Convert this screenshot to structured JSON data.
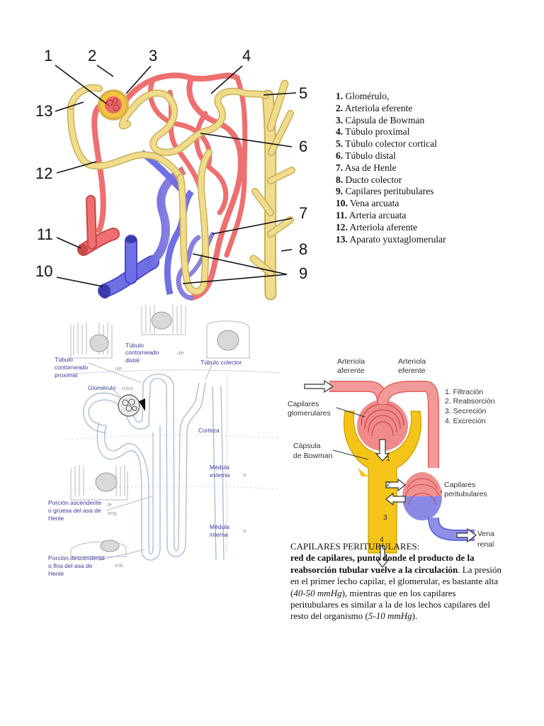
{
  "nephron": {
    "numbers": [
      "1",
      "2",
      "3",
      "4",
      "5",
      "6",
      "7",
      "8",
      "9",
      "10",
      "11",
      "12",
      "13"
    ],
    "legend": [
      {
        "n": "1.",
        "t": "Glomérulo,"
      },
      {
        "n": "2.",
        "t": "Arteriola eferente"
      },
      {
        "n": "3.",
        "t": "Cápsula de Bowman"
      },
      {
        "n": "4.",
        "t": "Túbulo proximal"
      },
      {
        "n": "5.",
        "t": "Túbulo colector cortical"
      },
      {
        "n": "6.",
        "t": "Túbulo distal"
      },
      {
        "n": "7.",
        "t": "Asa de Henle"
      },
      {
        "n": "8.",
        "t": "Ducto colector"
      },
      {
        "n": "9.",
        "t": "Capilares peritubulares"
      },
      {
        "n": "10.",
        "t": "Vena arcuata"
      },
      {
        "n": "11.",
        "t": "Arteria arcuata"
      },
      {
        "n": "12.",
        "t": "Arteriola aferente"
      },
      {
        "n": "13.",
        "t": "Aparato yuxtaglomerular"
      }
    ]
  },
  "schema": {
    "labels": {
      "tubulo_proximal": [
        "Túbulo",
        "contorneado",
        "proximal"
      ],
      "tubulo_distal": [
        "Túbulo",
        "contorneado",
        "distal"
      ],
      "tubulo_colector": "Túbulo colector",
      "glomerulo": "Glomérulo",
      "corteza": "Corteza",
      "medula_externa": [
        "Médula",
        "externa"
      ],
      "medula_interna": [
        "Médula",
        "interna"
      ],
      "porcion_ascendente": [
        "Porción ascendente",
        "o gruesa del asa de",
        "Henle"
      ],
      "porcion_descendente": [
        "Porción descendente",
        "o fina del asa de",
        "Henle"
      ]
    },
    "faded": {
      "ule1": "ule",
      "ule2": "ule",
      "rulus": "rulus",
      "a1": "a",
      "a2": "a",
      "le": "le",
      "ang": "ang",
      "imb": "imb"
    }
  },
  "process": {
    "arteriola_aferente": [
      "Arteriola",
      "aferente"
    ],
    "arteriola_eferente": [
      "Arteriola",
      "eferente"
    ],
    "capilares_glomerulares": [
      "Capilares",
      "glomerulares"
    ],
    "capsula_bowman": [
      "Cápsula",
      "de Bowman"
    ],
    "capilares_peritubulares": [
      "Capilares",
      "peritubulares"
    ],
    "vena_renal": [
      "Vena",
      "renal"
    ],
    "steps": [
      "1. Filtración",
      "2. Reabsorción",
      "3. Secreción",
      "4. Excreción"
    ],
    "step_numbers": [
      "1",
      "2",
      "3",
      "4"
    ]
  },
  "text": {
    "heading": "CAPILARES PERITUBULARES:",
    "bold": "red de capilares, punto donde el producto de la reabsorción tubular vuelve a la circulación",
    "p1": ". La presión en el primer lecho capilar, el glomerular, es bastante alta (",
    "p1_italic": "40-50 mmHg",
    "p2": "), mientras que en los capilares peritubulares es similar a la de los lechos capilares del resto del organismo (",
    "p2_italic": "5-10 mmHg",
    "p3": ")."
  },
  "colors": {
    "artery": "#ee6f6f",
    "artery_dark": "#c84848",
    "vein": "#6f6fe6",
    "tubule": "#f1dc8c",
    "tubule_dark": "#c9b05a",
    "process_yellow": "#f4c518"
  }
}
